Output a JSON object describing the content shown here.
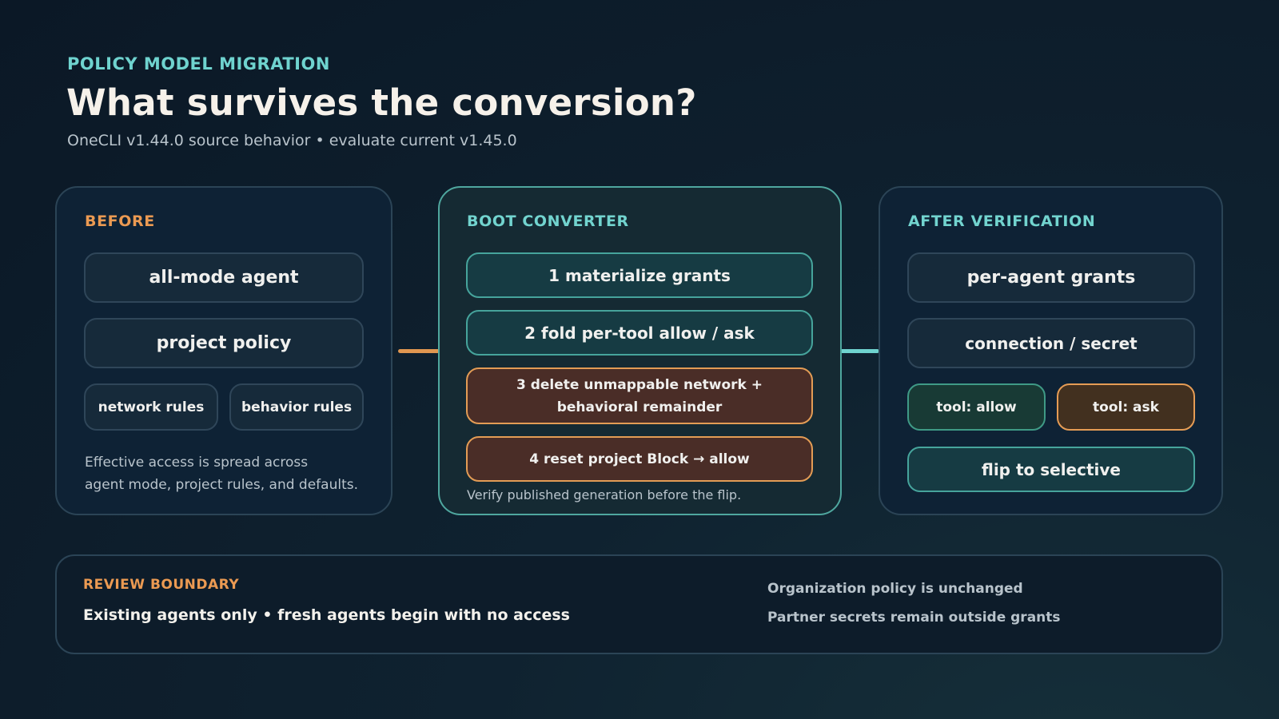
{
  "header": {
    "eyebrow": "POLICY MODEL MIGRATION",
    "title": "What survives the conversion?",
    "subtitle": "OneCLI v1.44.0 source behavior • evaluate current v1.45.0"
  },
  "before": {
    "label": "BEFORE",
    "items": [
      "all-mode agent",
      "project policy",
      "network rules",
      "behavior rules"
    ],
    "note_lines": [
      "Effective access is spread across",
      "agent mode, project rules, and defaults."
    ]
  },
  "boot": {
    "label": "BOOT CONVERTER",
    "steps": [
      "1 materialize grants",
      "2 fold per-tool allow / ask",
      "3 delete unmappable network +",
      "behavioral remainder",
      "4 reset project Block → allow"
    ],
    "note": "Verify published generation before the flip."
  },
  "after": {
    "label": "AFTER VERIFICATION",
    "items": [
      "per-agent grants",
      "connection / secret",
      "tool: allow",
      "tool: ask",
      "flip to selective"
    ]
  },
  "review": {
    "label": "REVIEW BOUNDARY",
    "main": "Existing agents only • fresh agents begin with no access",
    "notes": [
      "Organization policy is unchanged",
      "Partner secrets remain outside grants"
    ]
  },
  "colors": {
    "accent_orange": "#eb9a52",
    "accent_teal": "#6fd3cf",
    "title": "#f6f1ea"
  }
}
